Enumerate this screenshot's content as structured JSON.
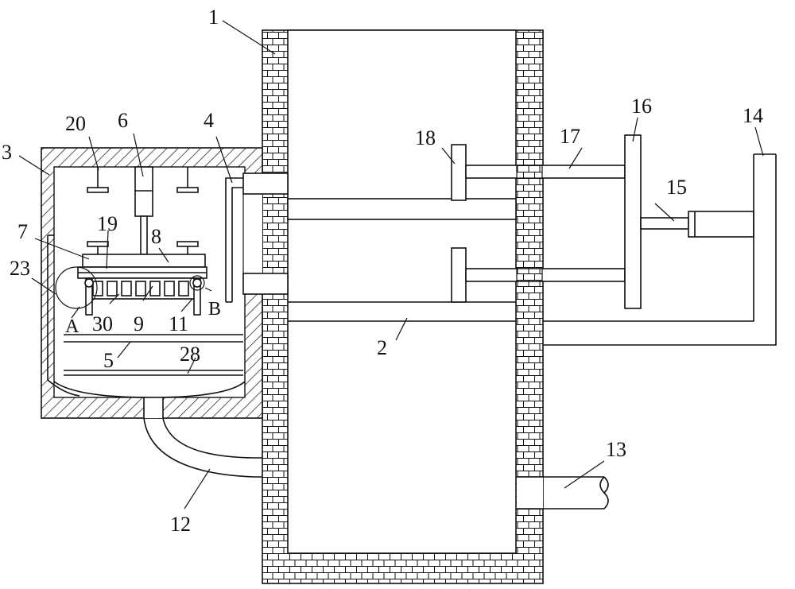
{
  "colors": {
    "stroke": "#111111",
    "background": "#ffffff"
  },
  "labels": {
    "l1": "1",
    "l2": "2",
    "l3": "3",
    "l4": "4",
    "l5": "5",
    "l6": "6",
    "l7": "7",
    "l8": "8",
    "l9": "9",
    "l11": "11",
    "l12": "12",
    "l13": "13",
    "l14": "14",
    "l15": "15",
    "l16": "16",
    "l17": "17",
    "l18": "18",
    "l19": "19",
    "l20": "20",
    "l23": "23",
    "l28": "28",
    "l30": "30",
    "la": "A",
    "lb": "B"
  }
}
